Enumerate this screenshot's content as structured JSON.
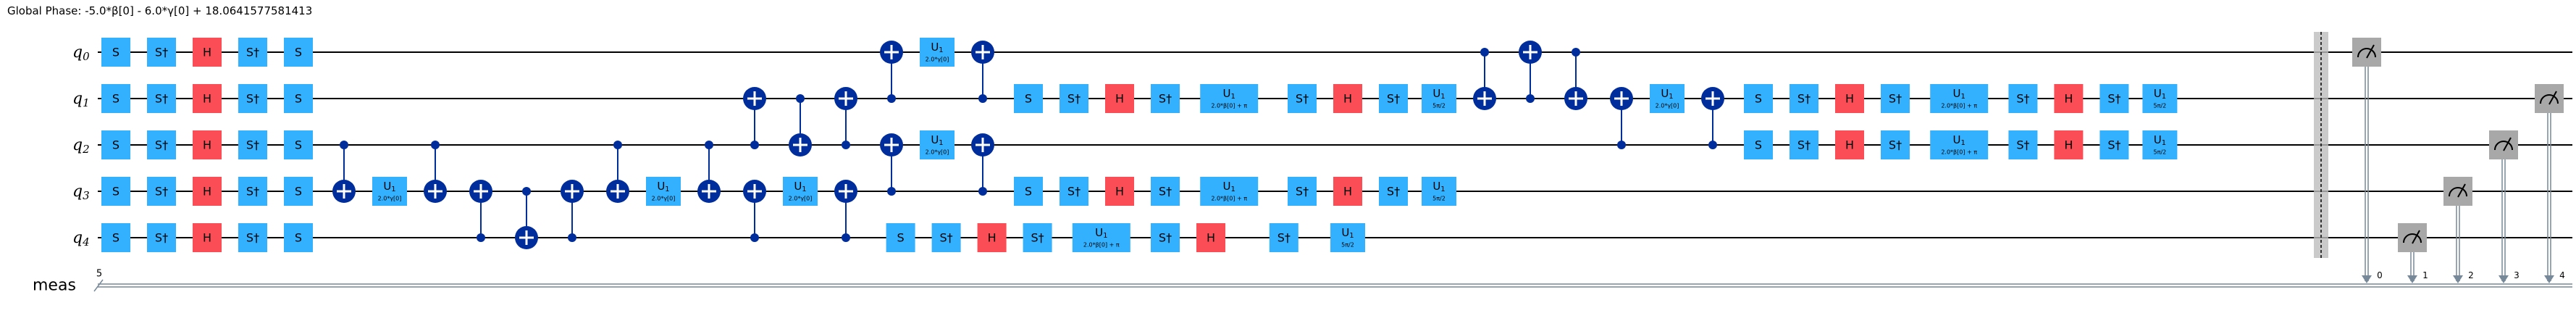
{
  "global_phase": "Global Phase: -5.0*β[0] - 6.0*γ[0] + 18.0641577581413",
  "qubits": [
    {
      "name": "q",
      "index": "0"
    },
    {
      "name": "q",
      "index": "1"
    },
    {
      "name": "q",
      "index": "2"
    },
    {
      "name": "q",
      "index": "3"
    },
    {
      "name": "q",
      "index": "4"
    }
  ],
  "classical_register": {
    "name": "meas",
    "size": "5"
  },
  "colors": {
    "clifford": "#33b1ff",
    "hadamard": "#fa4d56",
    "control": "#002d9c",
    "barrier": "#bdbdbd",
    "meter": "#a8a8a8"
  },
  "gates": [
    {
      "type": "box",
      "label": "S",
      "qubits": [
        0,
        1,
        2,
        3,
        4
      ],
      "col": 0
    },
    {
      "type": "box",
      "label": "S†",
      "qubits": [
        0,
        1,
        2,
        3,
        4
      ],
      "col": 1
    },
    {
      "type": "h",
      "label": "H",
      "qubits": [
        0,
        1,
        2,
        3,
        4
      ],
      "col": 2
    },
    {
      "type": "box",
      "label": "S†",
      "qubits": [
        0,
        1,
        2,
        3,
        4
      ],
      "col": 3
    },
    {
      "type": "box",
      "label": "S",
      "qubits": [
        0,
        1,
        2,
        3,
        4
      ],
      "col": 4
    },
    {
      "type": "cx",
      "c": 2,
      "t": 3,
      "col": 5
    },
    {
      "type": "u1",
      "qubits": [
        3
      ],
      "col": 6,
      "param": "2.0*γ[0]"
    },
    {
      "type": "cx",
      "c": 2,
      "t": 3,
      "col": 7
    },
    {
      "type": "cx",
      "c": 4,
      "t": 3,
      "col": 8
    },
    {
      "type": "cx",
      "c": 3,
      "t": 4,
      "col": 9
    },
    {
      "type": "cx",
      "c": 4,
      "t": 3,
      "col": 10
    },
    {
      "type": "cx",
      "c": 2,
      "t": 3,
      "col": 11
    },
    {
      "type": "u1",
      "qubits": [
        3
      ],
      "col": 12,
      "param": "2.0*γ[0]"
    },
    {
      "type": "cx",
      "c": 2,
      "t": 3,
      "col": 13
    },
    {
      "type": "cx",
      "c": 2,
      "t": 1,
      "col": 14
    },
    {
      "type": "cx",
      "c": 4,
      "t": 3,
      "col": 14
    },
    {
      "type": "cx",
      "c": 1,
      "t": 2,
      "col": 15
    },
    {
      "type": "u1",
      "qubits": [
        3
      ],
      "col": 15,
      "param": "2.0*γ[0]"
    },
    {
      "type": "cx",
      "c": 2,
      "t": 1,
      "col": 16
    },
    {
      "type": "cx",
      "c": 4,
      "t": 3,
      "col": 16
    },
    {
      "type": "cx",
      "c": 1,
      "t": 0,
      "col": 17
    },
    {
      "type": "cx",
      "c": 3,
      "t": 2,
      "col": 17
    },
    {
      "type": "u1",
      "qubits": [
        0,
        2
      ],
      "col": 18,
      "param": "2.0*γ[0]"
    },
    {
      "type": "box",
      "label": "S",
      "qubits": [
        4
      ],
      "col": 17.2
    },
    {
      "type": "box",
      "label": "S†",
      "qubits": [
        4
      ],
      "col": 18.2
    },
    {
      "type": "cx",
      "c": 1,
      "t": 0,
      "col": 19
    },
    {
      "type": "cx",
      "c": 3,
      "t": 2,
      "col": 19
    },
    {
      "type": "h",
      "label": "H",
      "qubits": [
        4
      ],
      "col": 19.2
    },
    {
      "type": "box",
      "label": "S",
      "qubits": [
        1,
        3
      ],
      "col": 20
    },
    {
      "type": "box",
      "label": "S†",
      "qubits": [
        4
      ],
      "col": 20.2
    },
    {
      "type": "box",
      "label": "S†",
      "qubits": [
        1,
        3
      ],
      "col": 21
    },
    {
      "type": "u1w",
      "qubits": [
        4
      ],
      "col": 21.6,
      "param": "2.0*β[0] + π"
    },
    {
      "type": "h",
      "label": "H",
      "qubits": [
        1,
        3
      ],
      "col": 22
    },
    {
      "type": "box",
      "label": "S†",
      "qubits": [
        4
      ],
      "col": 23
    },
    {
      "type": "box",
      "label": "S†",
      "qubits": [
        1,
        3
      ],
      "col": 23
    },
    {
      "type": "h",
      "label": "H",
      "qubits": [
        4
      ],
      "col": 24
    },
    {
      "type": "u1w",
      "qubits": [
        1,
        3
      ],
      "col": 24.4,
      "param": "2.0*β[0] + π"
    },
    {
      "type": "box",
      "label": "S†",
      "qubits": [
        4
      ],
      "col": 25.6
    },
    {
      "type": "box",
      "label": "S†",
      "qubits": [
        1,
        3
      ],
      "col": 26
    },
    {
      "type": "u1",
      "qubits": [
        4
      ],
      "col": 27,
      "param": "5π/2"
    },
    {
      "type": "h",
      "label": "H",
      "qubits": [
        1,
        3
      ],
      "col": 27
    },
    {
      "type": "box",
      "label": "S†",
      "qubits": [
        1,
        3
      ],
      "col": 28
    },
    {
      "type": "u1",
      "qubits": [
        1,
        3
      ],
      "col": 29,
      "param": "5π/2"
    },
    {
      "type": "cx",
      "c": 0,
      "t": 1,
      "col": 30
    },
    {
      "type": "cx",
      "c": 1,
      "t": 0,
      "col": 31
    },
    {
      "type": "cx",
      "c": 0,
      "t": 1,
      "col": 32
    },
    {
      "type": "cx",
      "c": 2,
      "t": 1,
      "col": 33
    },
    {
      "type": "u1",
      "qubits": [
        1
      ],
      "col": 34,
      "param": "2.0*γ[0]"
    },
    {
      "type": "cx",
      "c": 2,
      "t": 1,
      "col": 35
    },
    {
      "type": "box",
      "label": "S",
      "qubits": [
        1,
        2
      ],
      "col": 36
    },
    {
      "type": "box",
      "label": "S†",
      "qubits": [
        1,
        2
      ],
      "col": 37
    },
    {
      "type": "h",
      "label": "H",
      "qubits": [
        1,
        2
      ],
      "col": 38
    },
    {
      "type": "box",
      "label": "S†",
      "qubits": [
        1,
        2
      ],
      "col": 39
    },
    {
      "type": "u1w",
      "qubits": [
        1,
        2
      ],
      "col": 40.4,
      "param": "2.0*β[0] + π"
    },
    {
      "type": "box",
      "label": "S†",
      "qubits": [
        1,
        2
      ],
      "col": 41.8
    },
    {
      "type": "h",
      "label": "H",
      "qubits": [
        1,
        2
      ],
      "col": 42.8
    },
    {
      "type": "box",
      "label": "S†",
      "qubits": [
        1,
        2
      ],
      "col": 43.8
    },
    {
      "type": "u1",
      "qubits": [
        1,
        2
      ],
      "col": 44.8,
      "param": "5π/2"
    }
  ],
  "measurements": [
    {
      "qubit": 0,
      "clbit": "0"
    },
    {
      "qubit": 4,
      "clbit": "1"
    },
    {
      "qubit": 3,
      "clbit": "2"
    },
    {
      "qubit": 2,
      "clbit": "3"
    },
    {
      "qubit": 1,
      "clbit": "4"
    }
  ],
  "u1_label": "U",
  "u1_sub": "1"
}
